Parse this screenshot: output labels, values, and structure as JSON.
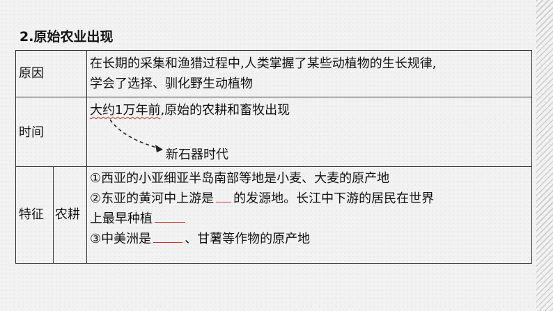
{
  "heading": "2.原始农业出现",
  "rows": {
    "cause": {
      "header": "原因",
      "lines": [
        "在长期的采集和渔猎过程中,人类掌握了某些动植物的生长规律,",
        "学会了选择、驯化野生动植物"
      ]
    },
    "time": {
      "header": "时间",
      "underlined": "大约1万年前",
      "rest": ",原始的农耕和畜牧出现",
      "annotation": "新石器时代"
    },
    "features": {
      "header": "特征",
      "subheader": "农耕",
      "item1": "①西亚的小亚细亚半岛南部等地是小麦、大麦的原产地",
      "item2_a": "②东亚的黄河中上游是",
      "item2_b": "的发源地。长江中下游的居民在世界",
      "item2_line2": "上最早种植",
      "item3_a": "③中美洲是",
      "item3_b": "、甘薯等作物的原产地"
    }
  },
  "colors": {
    "accent": "#c0392b",
    "border": "#333333"
  }
}
